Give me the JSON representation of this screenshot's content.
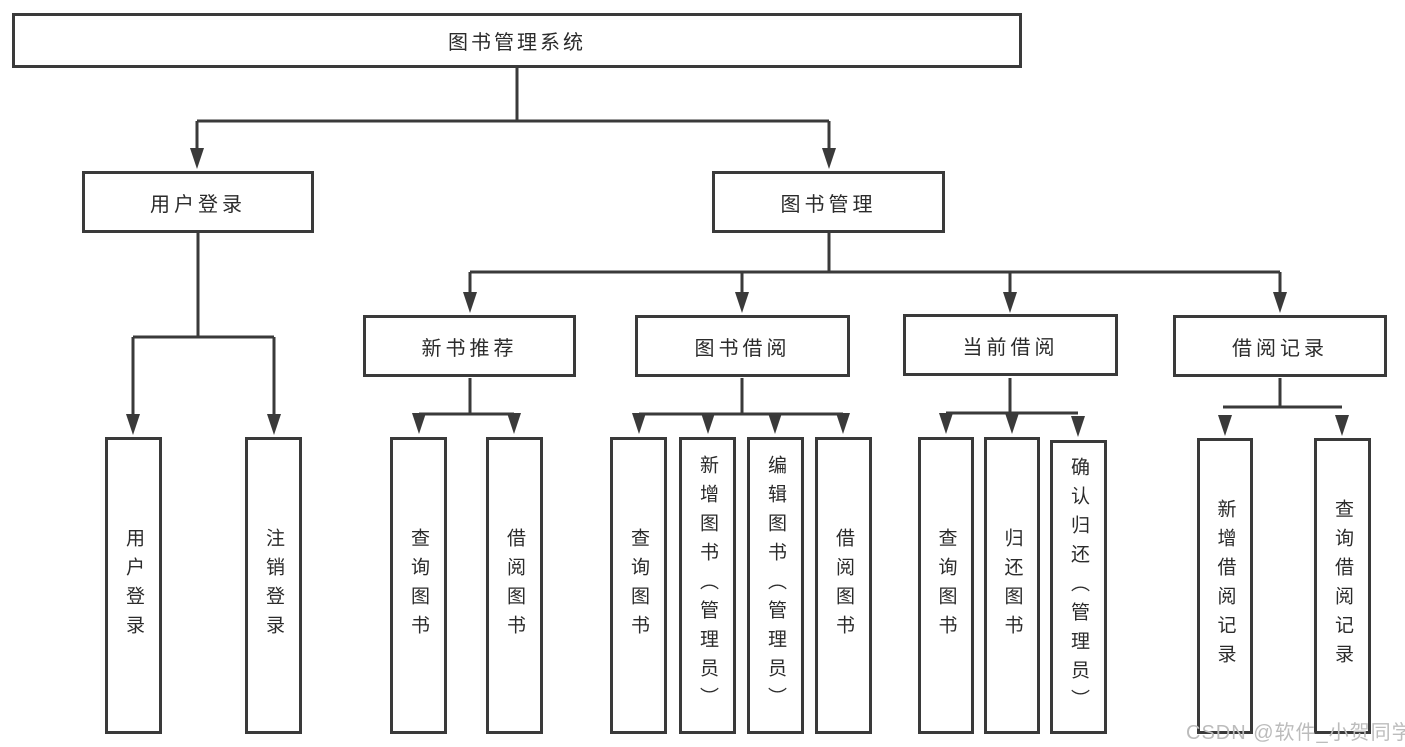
{
  "palette": {
    "line_color": "#3a3a3a",
    "box_border_color": "#3a3a3a",
    "box_fill_color": "#ffffff",
    "text_color": "#2b2b2b",
    "watermark_color": "#bcbcbc"
  },
  "tree": {
    "root": {
      "label": "图书管理系统"
    },
    "children": [
      {
        "label": "用户登录",
        "children": [
          {
            "label": "用户登录"
          },
          {
            "label": "注销登录"
          }
        ]
      },
      {
        "label": "图书管理",
        "children": [
          {
            "label": "新书推荐",
            "children": [
              {
                "label": "查询图书"
              },
              {
                "label": "借阅图书"
              }
            ]
          },
          {
            "label": "图书借阅",
            "children": [
              {
                "label": "查询图书"
              },
              {
                "label": "新增图书（管理员）"
              },
              {
                "label": "编辑图书（管理员）"
              },
              {
                "label": "借阅图书"
              }
            ]
          },
          {
            "label": "当前借阅",
            "children": [
              {
                "label": "查询图书"
              },
              {
                "label": "归还图书"
              },
              {
                "label": "确认归还（管理员）"
              }
            ]
          },
          {
            "label": "借阅记录",
            "children": [
              {
                "label": "新增借阅记录"
              },
              {
                "label": "查询借阅记录"
              }
            ]
          }
        ]
      }
    ]
  },
  "watermark": {
    "text": "CSDN @软件_小贺同学"
  }
}
